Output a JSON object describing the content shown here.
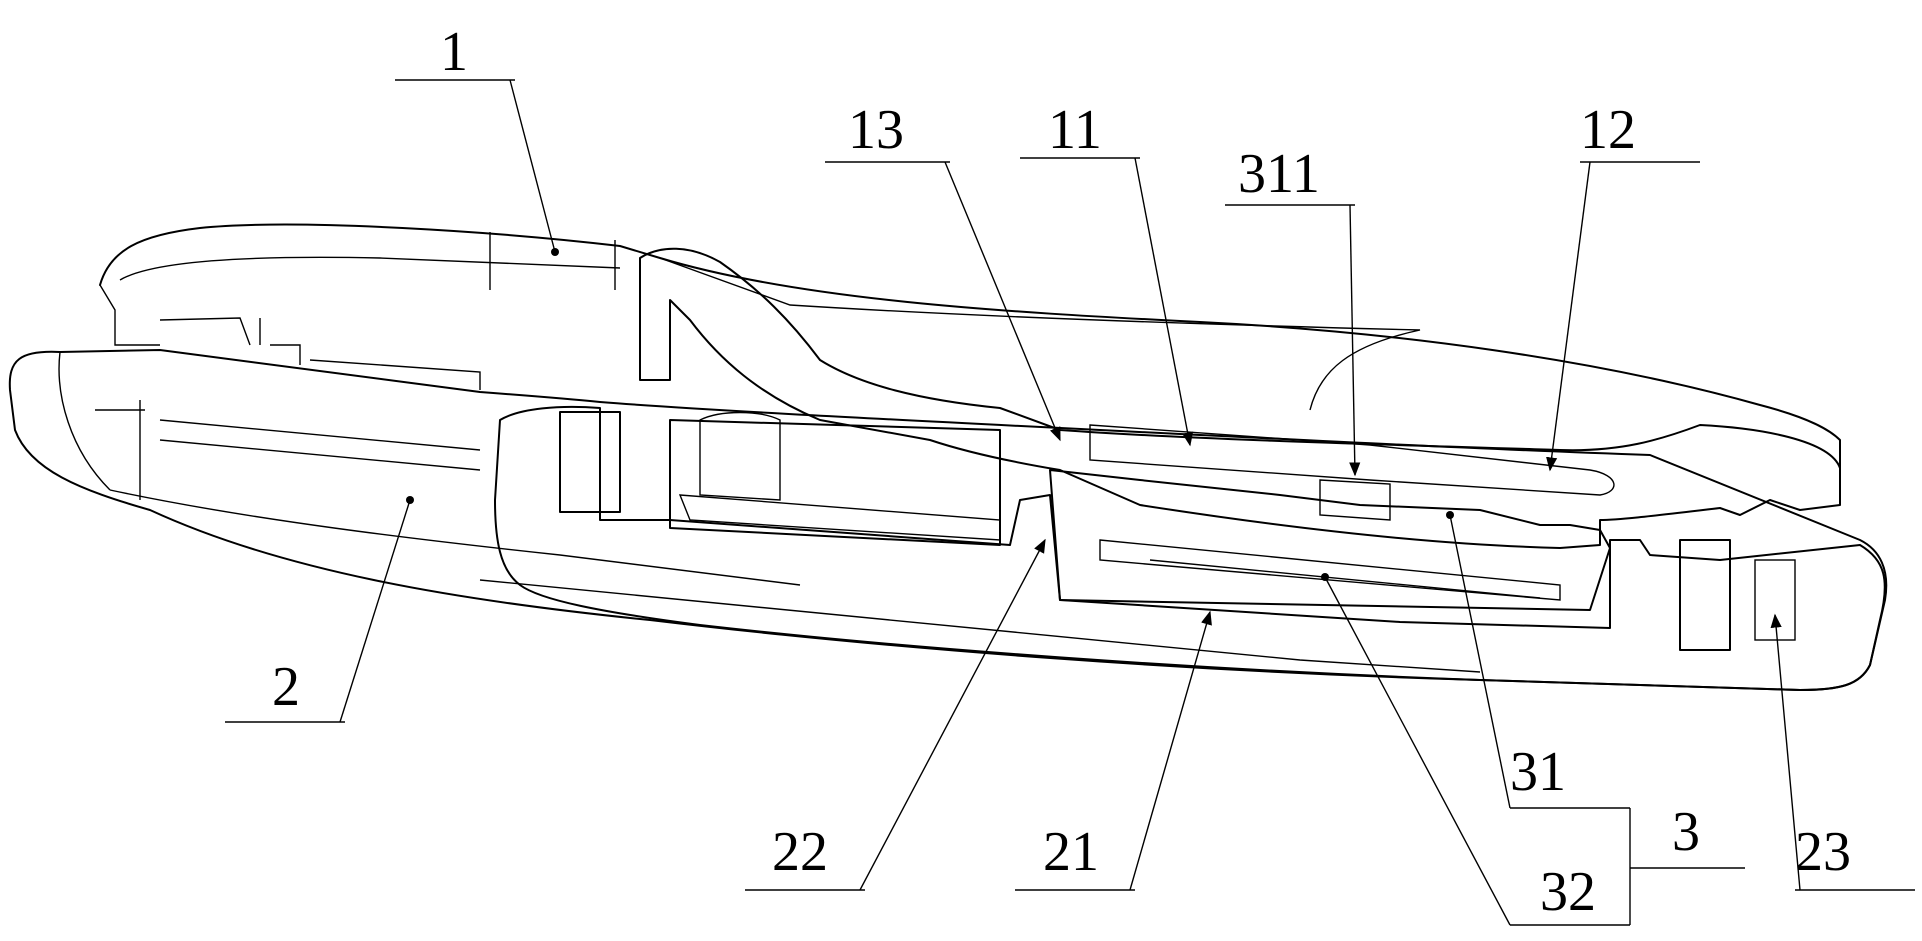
{
  "labels": {
    "l1": "1",
    "l2": "2",
    "l3": "3",
    "l11": "11",
    "l12": "12",
    "l13": "13",
    "l21": "21",
    "l22": "22",
    "l23": "23",
    "l31": "31",
    "l32": "32",
    "l311": "311"
  }
}
